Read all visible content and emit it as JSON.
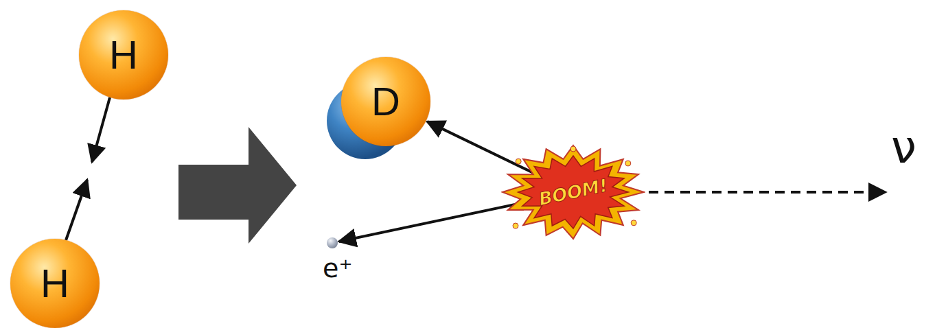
{
  "diagram": {
    "nodes": [
      {
        "text": [
          "H"
        ]
      },
      {
        "text": [
          "H"
        ]
      },
      {
        "text": [
          "D"
        ]
      },
      {
        "text": [
          "e⁺"
        ]
      },
      {
        "text": [
          "BOOM!"
        ]
      }
    ],
    "edges": [
      {
        "from": 4,
        "to": 2,
        "arrow": "to"
      },
      {
        "from": 4,
        "to": 3,
        "arrow": "to"
      }
    ],
    "labels": [
      "ν"
    ]
  }
}
